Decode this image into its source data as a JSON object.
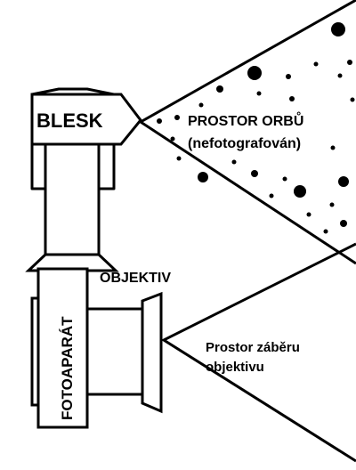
{
  "labels": {
    "flash": "BLESK",
    "orb_space_line1": "PROSTOR ORBŮ",
    "orb_space_line2": "(nefotografován)",
    "lens": "OBJEKTIV",
    "camera": "FOTOAPARÁT",
    "lens_view_line1": "Prostor záběru",
    "lens_view_line2": "objektivu"
  },
  "colors": {
    "ink": "#000000",
    "paper": "#ffffff"
  },
  "icons": [
    "flash-unit-icon",
    "camera-body-icon",
    "lens-barrel-icon"
  ]
}
